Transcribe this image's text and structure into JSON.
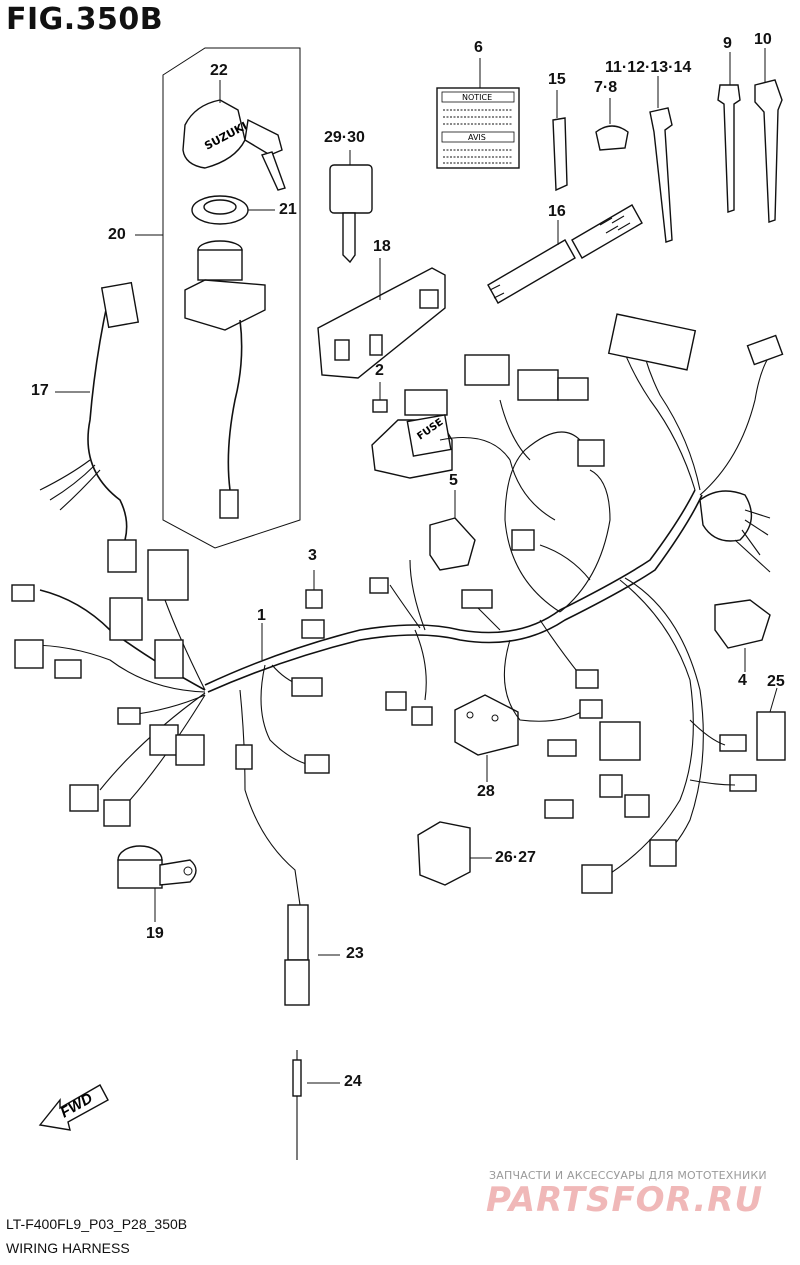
{
  "figure": {
    "title": "FIG.350B",
    "code": "LT-F400FL9_P03_P28_350B",
    "caption": "WIRING HARNESS"
  },
  "labels": [
    {
      "id": "l1",
      "text": "1"
    },
    {
      "id": "l2",
      "text": "2"
    },
    {
      "id": "l3",
      "text": "3"
    },
    {
      "id": "l4",
      "text": "4"
    },
    {
      "id": "l5",
      "text": "5"
    },
    {
      "id": "l6",
      "text": "6"
    },
    {
      "id": "l78",
      "text": "7·8"
    },
    {
      "id": "l9",
      "text": "9"
    },
    {
      "id": "l10",
      "text": "10"
    },
    {
      "id": "l11",
      "text": "11·12·13·14"
    },
    {
      "id": "l15",
      "text": "15"
    },
    {
      "id": "l16",
      "text": "16"
    },
    {
      "id": "l17",
      "text": "17"
    },
    {
      "id": "l18",
      "text": "18"
    },
    {
      "id": "l19",
      "text": "19"
    },
    {
      "id": "l20",
      "text": "20"
    },
    {
      "id": "l21",
      "text": "21"
    },
    {
      "id": "l22",
      "text": "22"
    },
    {
      "id": "l23",
      "text": "23"
    },
    {
      "id": "l24",
      "text": "24"
    },
    {
      "id": "l25",
      "text": "25"
    },
    {
      "id": "l2627",
      "text": "26·27"
    },
    {
      "id": "l28",
      "text": "28"
    },
    {
      "id": "l2930",
      "text": "29·30"
    }
  ],
  "part_text": {
    "notice": "NOTICE",
    "avis": "AVIS",
    "fuse": "FUSE",
    "suzuki": "SUZUKI",
    "fwd": "FWD"
  },
  "watermark": {
    "tagline": "ЗАПЧАСТИ И АКСЕССУАРЫ ДЛЯ МОТОТЕХНИКИ",
    "brand": "PARTSFOR.RU"
  }
}
